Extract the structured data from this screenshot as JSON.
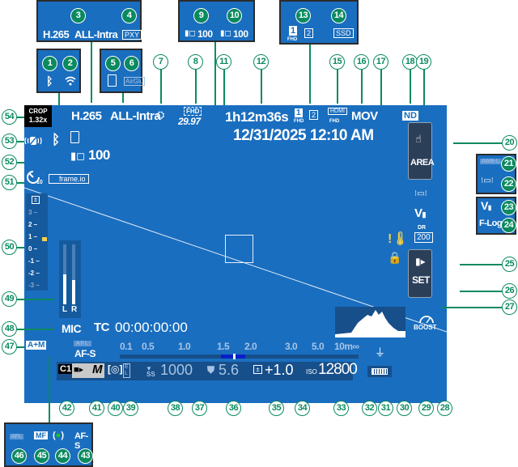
{
  "screen": {
    "crop_label": "CROP",
    "crop_value": "1.32x",
    "codec": "H.265",
    "compression": "ALL-Intra",
    "frame_size": "FHD",
    "frame_rate": "29.97",
    "recording_time": "1h12m36s",
    "slot1_label": "1",
    "slot1_sub": "FHD",
    "slot2_label": "2",
    "hdmi_label": "HDMI",
    "hdmi_sub": "FHD",
    "file_format": "MOV",
    "nd_label": "ND",
    "date_time": "12/31/2025 12:10 AM",
    "frames_remaining": "100",
    "frameio_label": "frame.io",
    "timer_value": "10",
    "area_label": "AREA",
    "dr_label": "DR",
    "dr_value": "200",
    "set_label": "SET",
    "boost_label": "BOOST",
    "mic_label": "MIC",
    "mic_left": "L",
    "mic_right": "R",
    "mic_level_left": 0.5,
    "mic_level_right": 0.4,
    "am_label": "A+M",
    "afl_label": "AFL",
    "focus_mode": "AF-S",
    "tc_label": "TC",
    "timecode": "00:00:00:00",
    "distance_scale": [
      "0.1",
      "0.5",
      "1.0",
      "1.5",
      "2.0",
      "3.0",
      "5.0",
      "10m∞"
    ],
    "custom_label": "C1",
    "exposure_mode": "M",
    "ss_label": "SS",
    "shutter_speed": "1000",
    "aperture": "5.6",
    "exposure_comp": "+1.0",
    "iso_label": "ISO",
    "iso_value": "12800",
    "exposure_scale": [
      "3",
      "2",
      "1",
      "0",
      "-1",
      "-2",
      "-3"
    ],
    "exposure_indicator_value": 1
  },
  "callouts": {
    "box_3_4": {
      "codec": "H.265",
      "compression": "ALL-Intra",
      "proxy": "PXY"
    },
    "box_1_2": {
      "bluetooth": "bluetooth-icon",
      "wifi": "wifi-icon"
    },
    "box_5_6": {
      "smartphone": "smartphone-icon",
      "airglu": "AirGlu"
    },
    "box_9_10": {
      "a": "100",
      "b": "100"
    },
    "box_13_14": {
      "slot1": "1",
      "slot1_sub": "FHD",
      "slot2": "2",
      "ssd": "SSD"
    },
    "box_21_22": {
      "awb": "AWB-L",
      "flicker_sub": "1"
    },
    "box_23_24": {
      "flog": "F-Log"
    },
    "box_43_46": {
      "afl": "AFL",
      "mf": "MF",
      "af_s": "AF-S"
    }
  },
  "numbers": [
    "1",
    "2",
    "3",
    "4",
    "5",
    "6",
    "7",
    "8",
    "9",
    "10",
    "11",
    "12",
    "13",
    "14",
    "15",
    "16",
    "17",
    "18",
    "19",
    "20",
    "21",
    "22",
    "23",
    "24",
    "25",
    "26",
    "27",
    "28",
    "29",
    "30",
    "31",
    "32",
    "33",
    "34",
    "35",
    "36",
    "37",
    "38",
    "39",
    "40",
    "41",
    "42",
    "43",
    "44",
    "45",
    "46",
    "47",
    "48",
    "49",
    "50",
    "51",
    "52",
    "53",
    "54"
  ]
}
